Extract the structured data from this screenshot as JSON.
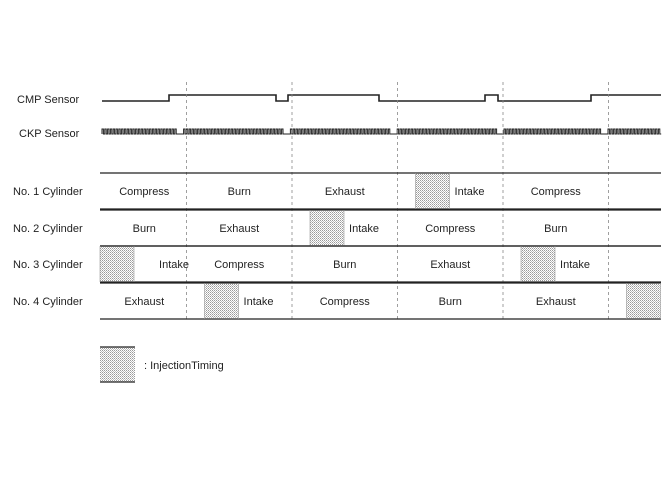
{
  "signals": [
    {
      "label": "CMP Sensor"
    },
    {
      "label": "CKP Sensor"
    }
  ],
  "cylinders": [
    {
      "label": "No. 1 Cylinder",
      "strokes": [
        {
          "name": "Compress",
          "x": 0,
          "w": 1
        },
        {
          "name": "Burn",
          "x": 1,
          "w": 1
        },
        {
          "name": "Exhaust",
          "x": 2,
          "w": 1
        },
        {
          "name": "Intake",
          "x": 3,
          "w": 1
        },
        {
          "name": "Compress",
          "x": 4,
          "w": 1
        },
        {
          "name": "",
          "x": 5,
          "w": 0.55
        }
      ],
      "injections": [
        3
      ]
    },
    {
      "label": "No. 2 Cylinder",
      "strokes": [
        {
          "name": "Burn",
          "x": 0,
          "w": 1
        },
        {
          "name": "Exhaust",
          "x": 1,
          "w": 1
        },
        {
          "name": "Intake",
          "x": 2,
          "w": 1
        },
        {
          "name": "Compress",
          "x": 3,
          "w": 1
        },
        {
          "name": "Burn",
          "x": 4,
          "w": 1
        },
        {
          "name": "",
          "x": 5,
          "w": 0.55
        }
      ],
      "injections": [
        2
      ]
    },
    {
      "label": "No. 3 Cylinder",
      "strokes": [
        {
          "name": "Intake",
          "x": 0,
          "w": 1
        },
        {
          "name": "Compress",
          "x": 1,
          "w": 1
        },
        {
          "name": "Burn",
          "x": 2,
          "w": 1
        },
        {
          "name": "Exhaust",
          "x": 3,
          "w": 1
        },
        {
          "name": "Intake",
          "x": 4,
          "w": 1
        },
        {
          "name": "",
          "x": 5,
          "w": 0.55
        }
      ],
      "injections": [
        0,
        4
      ]
    },
    {
      "label": "No. 4 Cylinder",
      "strokes": [
        {
          "name": "Exhaust",
          "x": 0,
          "w": 1
        },
        {
          "name": "Intake",
          "x": 1,
          "w": 1
        },
        {
          "name": "Compress",
          "x": 2,
          "w": 1
        },
        {
          "name": "Burn",
          "x": 3,
          "w": 1
        },
        {
          "name": "Exhaust",
          "x": 4,
          "w": 1
        },
        {
          "name": "",
          "x": 5,
          "w": 0.55
        }
      ],
      "injections": [
        1,
        5
      ]
    }
  ],
  "legend": {
    "label": ": InjectionTiming"
  }
}
